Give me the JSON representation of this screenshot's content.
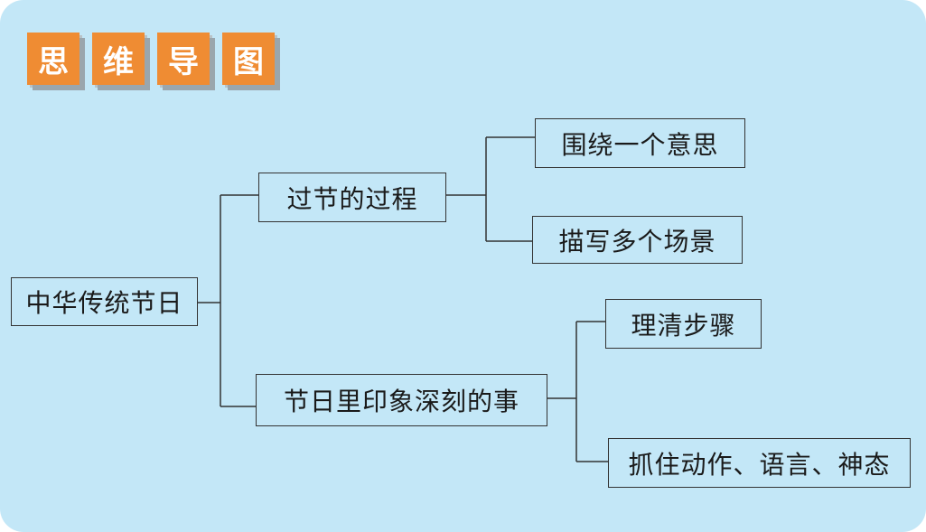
{
  "header": {
    "chars": [
      "思",
      "维",
      "导",
      "图"
    ]
  },
  "mindmap": {
    "root": "中华传统节日",
    "branch1": {
      "label": "过节的过程",
      "children": [
        "围绕一个意思",
        "描写多个场景"
      ]
    },
    "branch2": {
      "label": "节日里印象深刻的事",
      "children": [
        "理清步骤",
        "抓住动作、语言、神态"
      ]
    }
  },
  "colors": {
    "background": "#c3e7f7",
    "title_block": "#ef8c33",
    "line": "#333333"
  }
}
